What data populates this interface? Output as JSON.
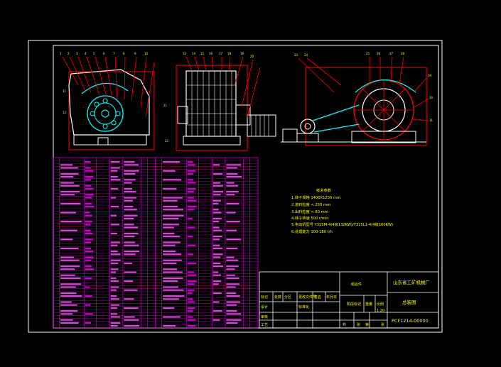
{
  "tech_requirements": {
    "heading": "技术参数",
    "lines": [
      "1.转子规格  1400X1250  mm",
      "2.进料粒度  < 250  mm",
      "3.出料粒度  < 60  mm",
      "4.转子转速  500  r/min",
      "5.电动机型号  Y315M-4(4级132KW)/Y315L1-4(4级160KW)",
      "6.处理能力  100-180 t/h"
    ]
  },
  "title_block": {
    "company": "山东省工矿机械厂",
    "drawing_name": "总装图",
    "drawing_number": "PCF1214-00000",
    "scale": "1:20",
    "row_labels": [
      "标记",
      "设计",
      "审核",
      "工艺"
    ],
    "col_labels": [
      "处数",
      "分区",
      "更改文件号",
      "签名",
      "年月日"
    ],
    "mid_label": "标准化",
    "stage_label": "阶段标记",
    "weight_label": "重量",
    "scale_label": "比例",
    "sheet_labels": [
      "共",
      "张",
      "第",
      "张"
    ],
    "material": "组合件"
  },
  "colors": {
    "background": "#000000",
    "frame": "#ffffff",
    "geometry": "#ffffff",
    "annotation": "#ff0000",
    "table": "#ff00ff",
    "text": "#ffff00",
    "accent": "#00ffff"
  }
}
